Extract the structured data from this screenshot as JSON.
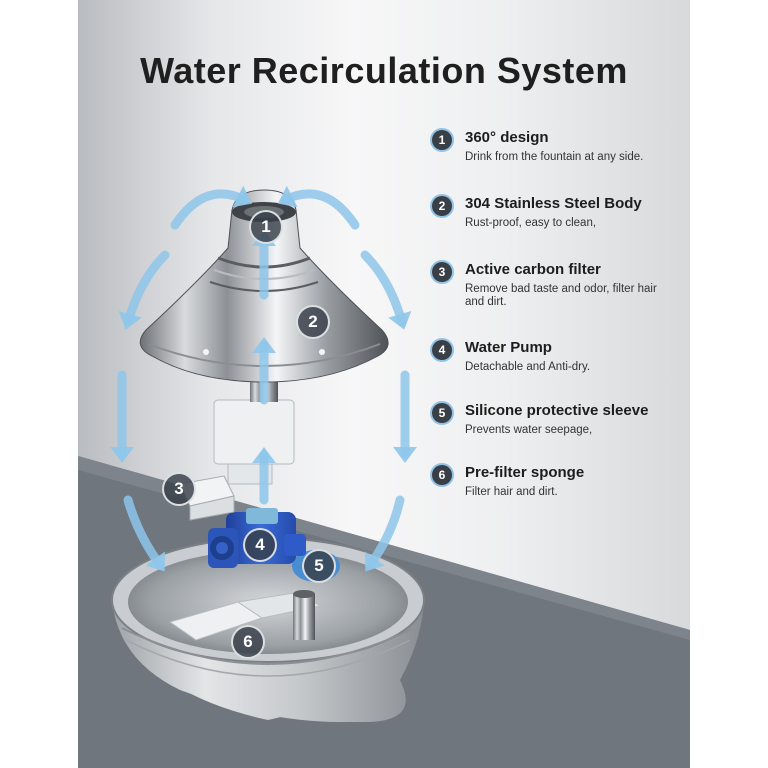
{
  "title": "Water Recirculation System",
  "features": [
    {
      "num": "1",
      "title": "360° design",
      "desc": "Drink from the fountain at any side."
    },
    {
      "num": "2",
      "title": "304 Stainless Steel Body",
      "desc": "Rust-proof, easy to clean,"
    },
    {
      "num": "3",
      "title": "Active carbon filter",
      "desc": "Remove bad taste and odor, filter hair and dirt."
    },
    {
      "num": "4",
      "title": "Water Pump",
      "desc": "Detachable and Anti-dry."
    },
    {
      "num": "5",
      "title": "Silicone protective sleeve",
      "desc": "Prevents water seepage,"
    },
    {
      "num": "6",
      "title": "Pre-filter sponge",
      "desc": "Filter hair and dirt."
    }
  ],
  "markers": [
    "1",
    "2",
    "3",
    "4",
    "5",
    "6"
  ],
  "colors": {
    "arrow": "#8ec6ea",
    "badge": "#3a3f46",
    "floor": "#6e757d",
    "pump": "#2f5bc9",
    "sleeve": "#4a8ed2"
  }
}
